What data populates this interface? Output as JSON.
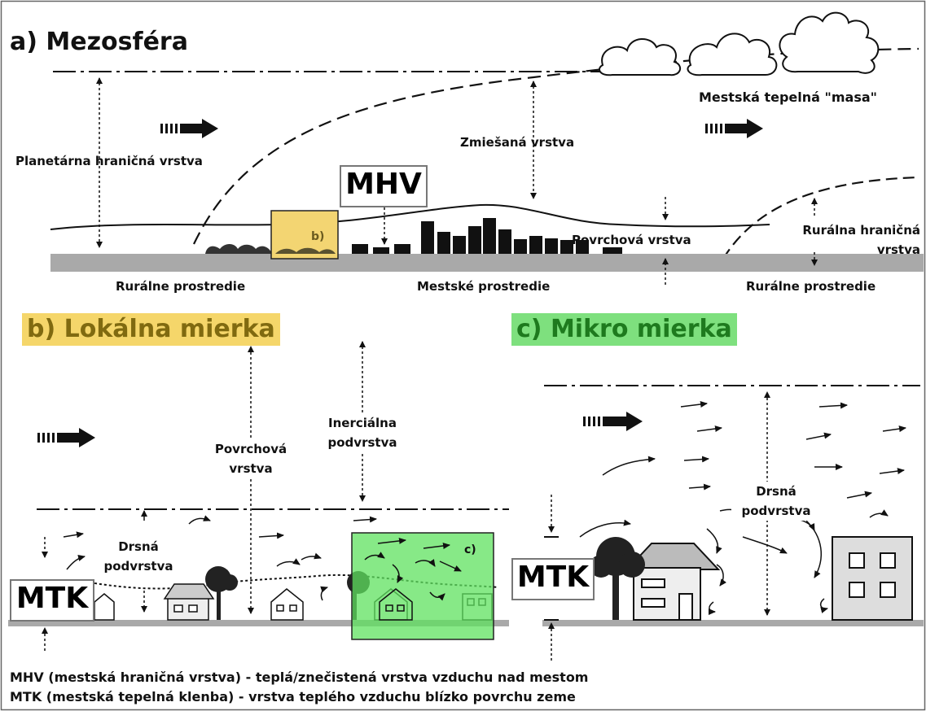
{
  "panel_a": {
    "title": "a) Mezosféra",
    "labels": {
      "planetary_layer": "Planetárna hraničná vrstva",
      "mixed_layer": "Zmiešaná vrstva",
      "urban_heat_mass": "Mestská tepelná \"masa\"",
      "surface_layer": "Povrchová vrstva",
      "rural_boundary_layer": "Rurálna hraničná\nvrstva",
      "rural_env_left": "Rurálne prostredie",
      "urban_env": "Mestské prostredie",
      "rural_env_right": "Rurálne prostredie",
      "inset_b": "b)"
    },
    "box_label": "MHV"
  },
  "panel_b": {
    "title": "b) Lokálna mierka",
    "labels": {
      "surface_layer": "Povrchová\nvrstva",
      "inertial_sublayer": "Inerciálna\npodvrstva",
      "rough_sublayer": "Drsná\npodvrstva",
      "inset_c": "c)"
    },
    "box_label": "MTK",
    "highlight_color": "#f5d66a"
  },
  "panel_c": {
    "title": "c) Mikro mierka",
    "labels": {
      "rough_sublayer": "Drsná\npodvrstva"
    },
    "box_label": "MTK",
    "highlight_color": "#7ee07e"
  },
  "legend": {
    "line1": "MHV (mestská hraničná vrstva) - teplá/znečistená vrstva vzduchu nad mestom",
    "line2": "MTK (mestská tepelná klenba) - vrstva teplého vzduchu blízko povrchu zeme"
  }
}
